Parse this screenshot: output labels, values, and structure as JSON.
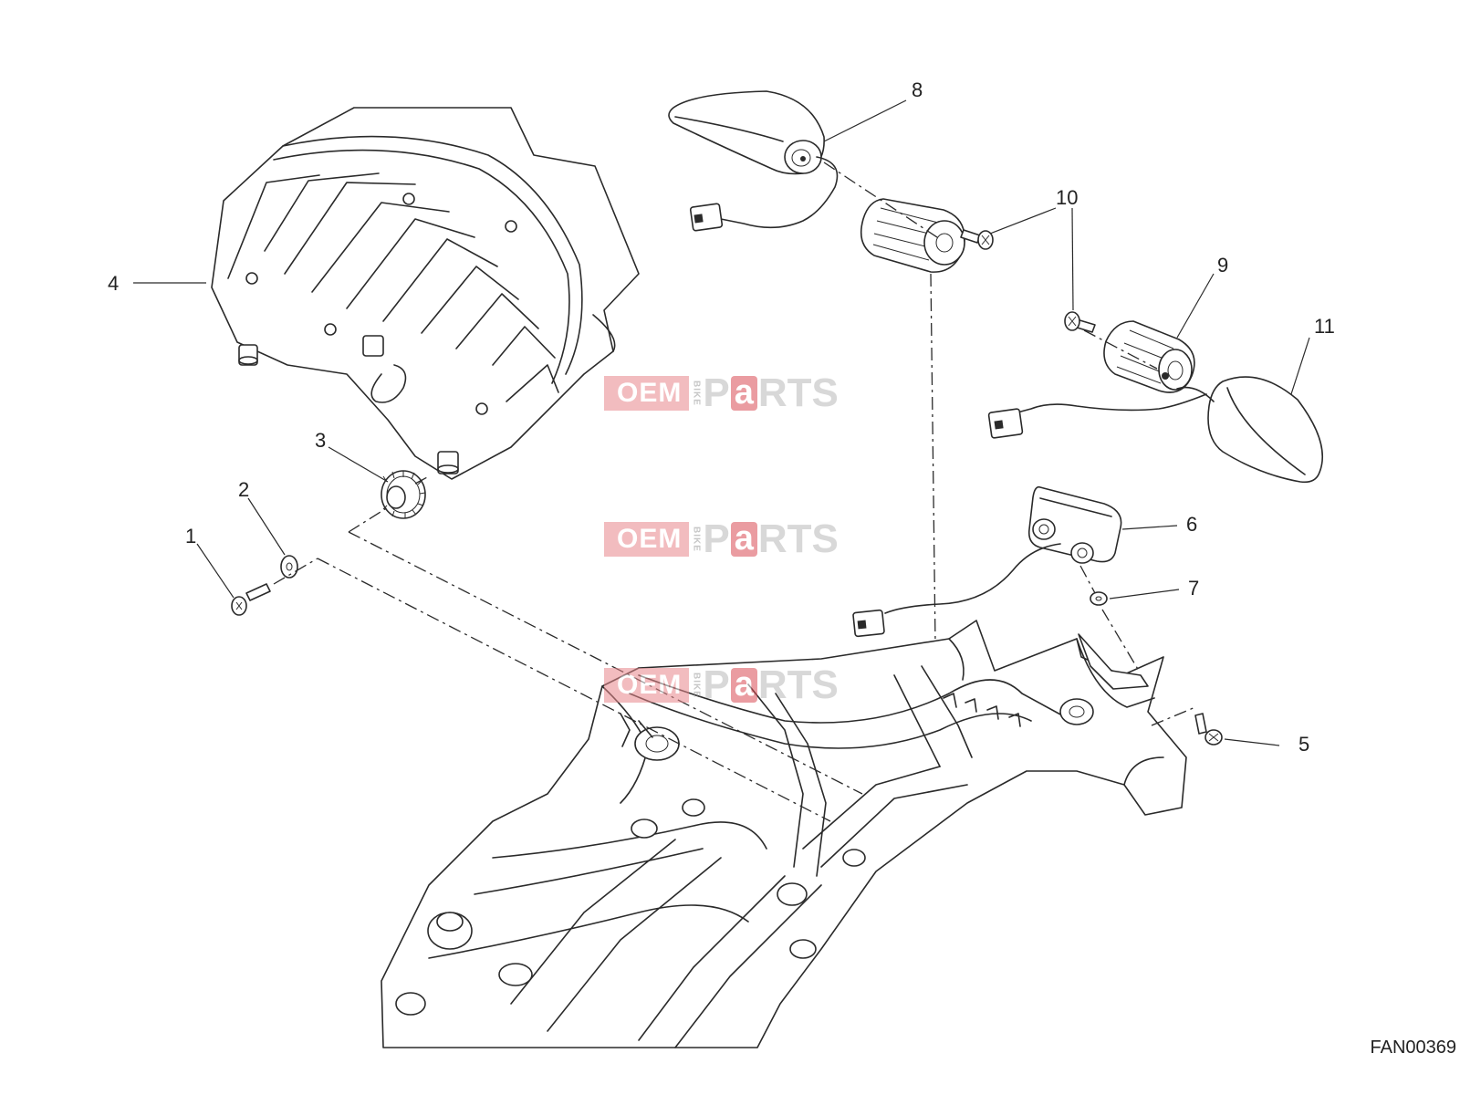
{
  "diagram": {
    "reference_code": "FAN00369",
    "callouts": [
      "1",
      "2",
      "3",
      "4",
      "5",
      "6",
      "7",
      "8",
      "9",
      "10",
      "11"
    ]
  },
  "watermark": {
    "brand_left": "OEM",
    "brand_small": "BIKE",
    "brand_p": "P",
    "brand_a": "a",
    "brand_rest": "RTS",
    "color_primary": "#d94d55",
    "color_secondary": "#b9b9b9"
  }
}
